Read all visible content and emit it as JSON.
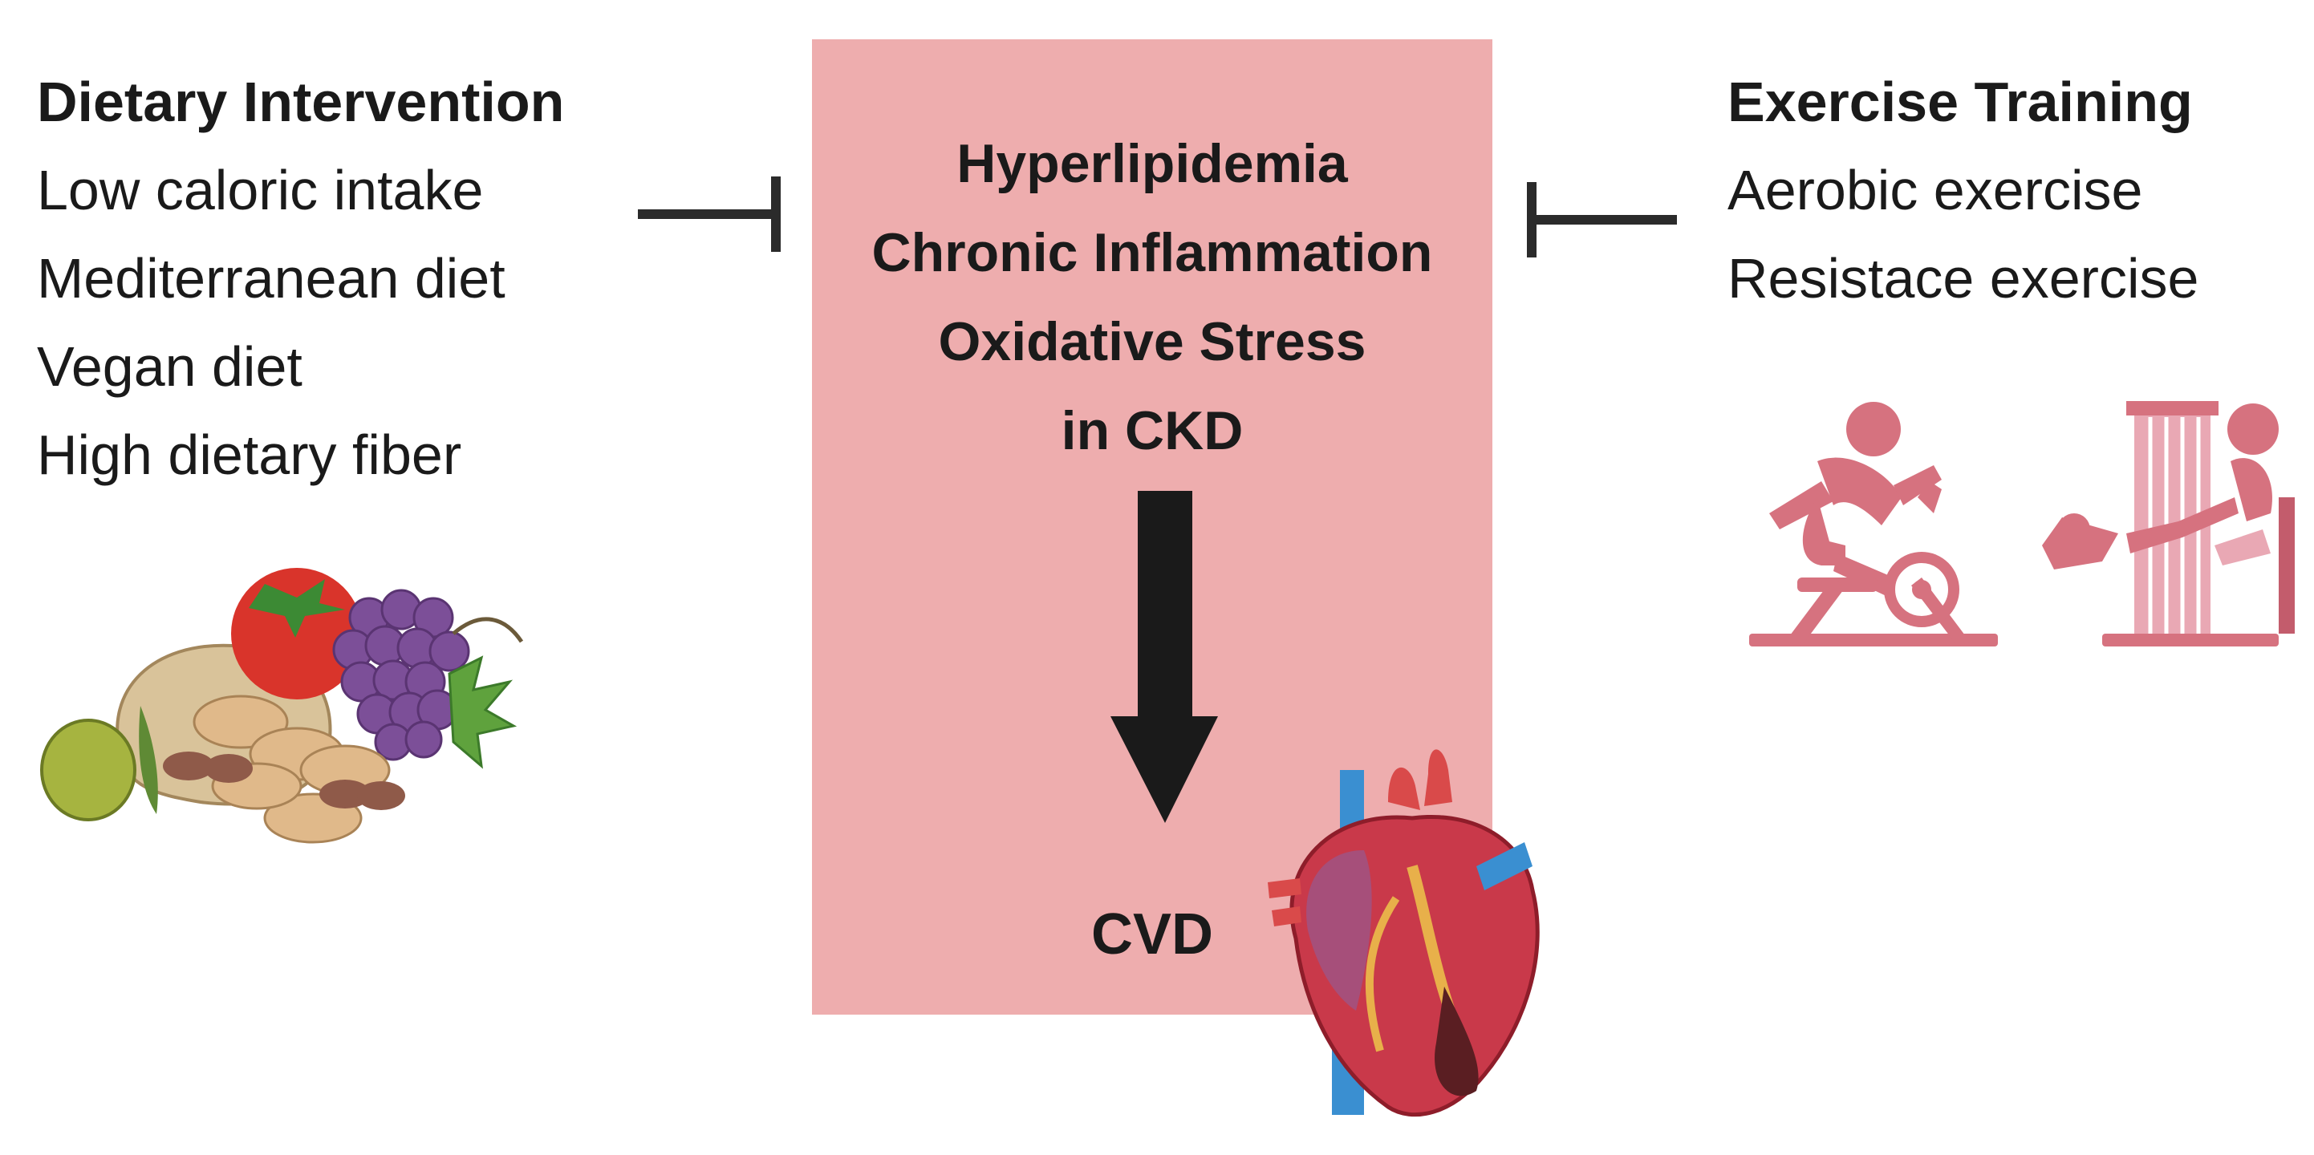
{
  "diagram": {
    "left": {
      "heading": "Dietary Intervention",
      "items": [
        "Low caloric intake",
        "Mediterranean diet",
        "Vegan diet",
        "High dietary fiber"
      ]
    },
    "center": {
      "lines": [
        "Hyperlipidemia",
        "Chronic Inflammation",
        "Oxidative Stress",
        "in CKD"
      ],
      "outcome": "CVD"
    },
    "right": {
      "heading": "Exercise Training",
      "items": [
        "Aerobic exercise",
        "Resistace exercise"
      ]
    },
    "icons": [
      "food-basket-icon",
      "exercise-bike-icon",
      "leg-press-icon",
      "heart-icon"
    ],
    "colors": {
      "box_fill": "#eeadae",
      "inhibit_line": "#2b2b2b",
      "arrow": "#1a1a1a",
      "exercise_pink": "#d6727f"
    }
  }
}
